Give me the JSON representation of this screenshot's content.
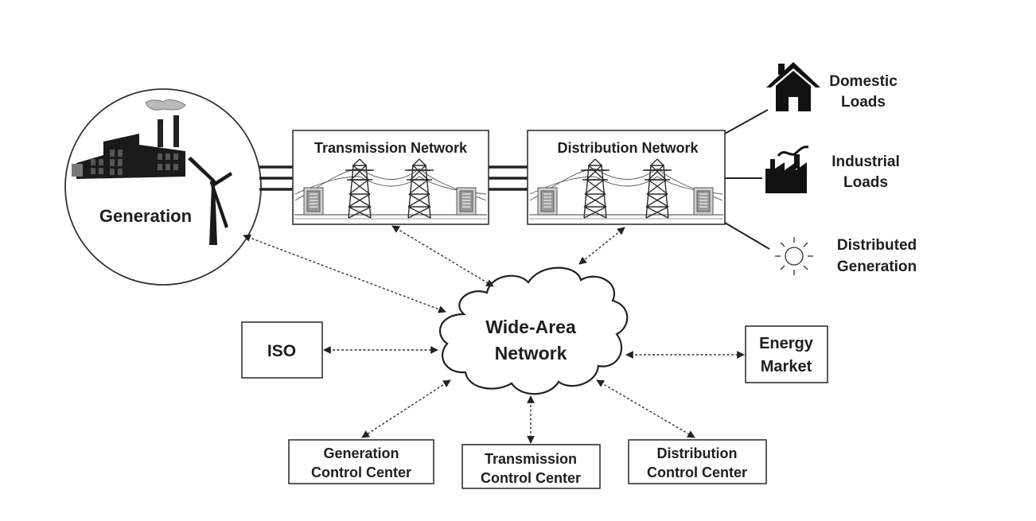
{
  "generation": {
    "label": "Generation"
  },
  "transmission_network": {
    "label": "Transmission Network"
  },
  "distribution_network": {
    "label": "Distribution Network"
  },
  "loads": {
    "domestic": [
      "Domestic",
      "Loads"
    ],
    "industrial": [
      "Industrial",
      "Loads"
    ],
    "distributed": [
      "Distributed",
      "Generation"
    ]
  },
  "wan": {
    "label": [
      "Wide-Area",
      "Network"
    ]
  },
  "iso": {
    "label": "ISO"
  },
  "energy_market": {
    "label": [
      "Energy",
      "Market"
    ]
  },
  "control_centers": {
    "generation": [
      "Generation",
      "Control Center"
    ],
    "transmission": [
      "Transmission",
      "Control Center"
    ],
    "distribution": [
      "Distribution",
      "Control Center"
    ]
  },
  "icons": {
    "factory": "factory-icon",
    "wind": "wind-turbine-icon",
    "tower": "transmission-tower-icon",
    "transformer": "transformer-icon",
    "house": "house-icon",
    "industry": "industrial-building-icon",
    "sun": "sun-icon",
    "cloud": "cloud-icon"
  }
}
